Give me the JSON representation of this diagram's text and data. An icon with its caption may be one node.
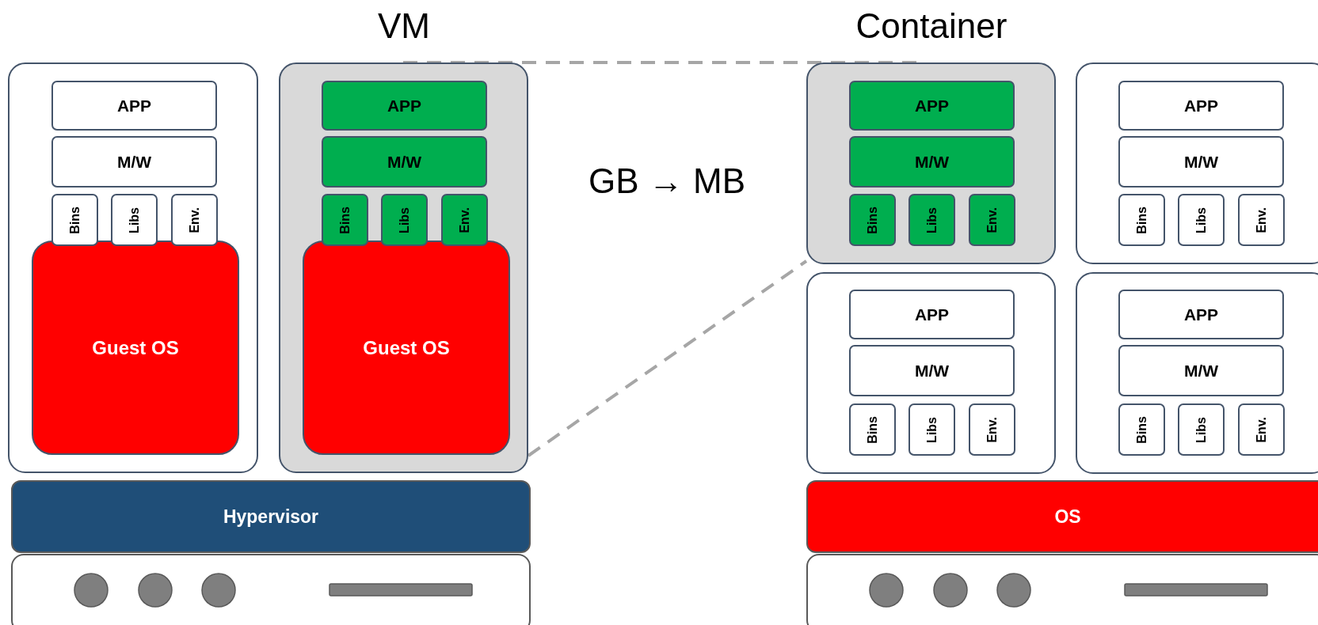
{
  "diagram": {
    "nodes": [
      {
        "text": [],
        "shape": "box"
      },
      {
        "text": [
          "APP"
        ],
        "in": 0
      },
      {
        "text": [
          "M/W"
        ],
        "in": 0
      },
      {
        "text": [
          "Bins"
        ],
        "in": 0
      },
      {
        "text": [
          "Libs"
        ],
        "in": 0
      },
      {
        "text": [
          "Env."
        ],
        "in": 0
      },
      {
        "text": [
          "Guest OS"
        ],
        "in": 0
      },
      {
        "text": [],
        "shape": "box"
      },
      {
        "text": [
          "APP"
        ],
        "in": 7
      },
      {
        "text": [
          "M/W"
        ],
        "in": 7
      },
      {
        "text": [
          "Bins"
        ],
        "in": 7
      },
      {
        "text": [
          "Libs"
        ],
        "in": 7
      },
      {
        "text": [
          "Env."
        ],
        "in": 7
      },
      {
        "text": [
          "Guest OS"
        ],
        "in": 7
      },
      {
        "text": [
          "Hypervisor"
        ]
      },
      {
        "text": [],
        "shape": "box"
      },
      {
        "text": [],
        "shape": "box"
      },
      {
        "text": [
          "APP"
        ],
        "in": 16
      },
      {
        "text": [
          "M/W"
        ],
        "in": 16
      },
      {
        "text": [
          "Bins"
        ],
        "in": 16
      },
      {
        "text": [
          "Libs"
        ],
        "in": 16
      },
      {
        "text": [
          "Env."
        ],
        "in": 16
      },
      {
        "text": [],
        "shape": "box"
      },
      {
        "text": [
          "APP"
        ],
        "in": 22
      },
      {
        "text": [
          "M/W"
        ],
        "in": 22
      },
      {
        "text": [
          "Bins"
        ],
        "in": 22
      },
      {
        "text": [
          "Libs"
        ],
        "in": 22
      },
      {
        "text": [
          "Env."
        ],
        "in": 22
      },
      {
        "text": [],
        "shape": "box"
      },
      {
        "text": [
          "APP"
        ],
        "in": 28
      },
      {
        "text": [
          "M/W"
        ],
        "in": 28
      },
      {
        "text": [
          "Bins"
        ],
        "in": 28
      },
      {
        "text": [
          "Libs"
        ],
        "in": 28
      },
      {
        "text": [
          "Env."
        ],
        "in": 28
      },
      {
        "text": [],
        "shape": "box"
      },
      {
        "text": [
          "APP"
        ],
        "in": 34
      },
      {
        "text": [
          "M/W"
        ],
        "in": 34
      },
      {
        "text": [
          "Bins"
        ],
        "in": 34
      },
      {
        "text": [
          "Libs"
        ],
        "in": 34
      },
      {
        "text": [
          "Env."
        ],
        "in": 34
      },
      {
        "text": [
          "OS"
        ]
      },
      {
        "text": [],
        "shape": "box"
      }
    ],
    "edges": [
      {
        "from": 7,
        "to": 16,
        "arrow": "none",
        "style": "dashed"
      },
      {
        "from": 7,
        "to": 16,
        "arrow": "none",
        "style": "dashed"
      }
    ],
    "labels": [
      "VM",
      "Container",
      "GB → MB"
    ]
  }
}
